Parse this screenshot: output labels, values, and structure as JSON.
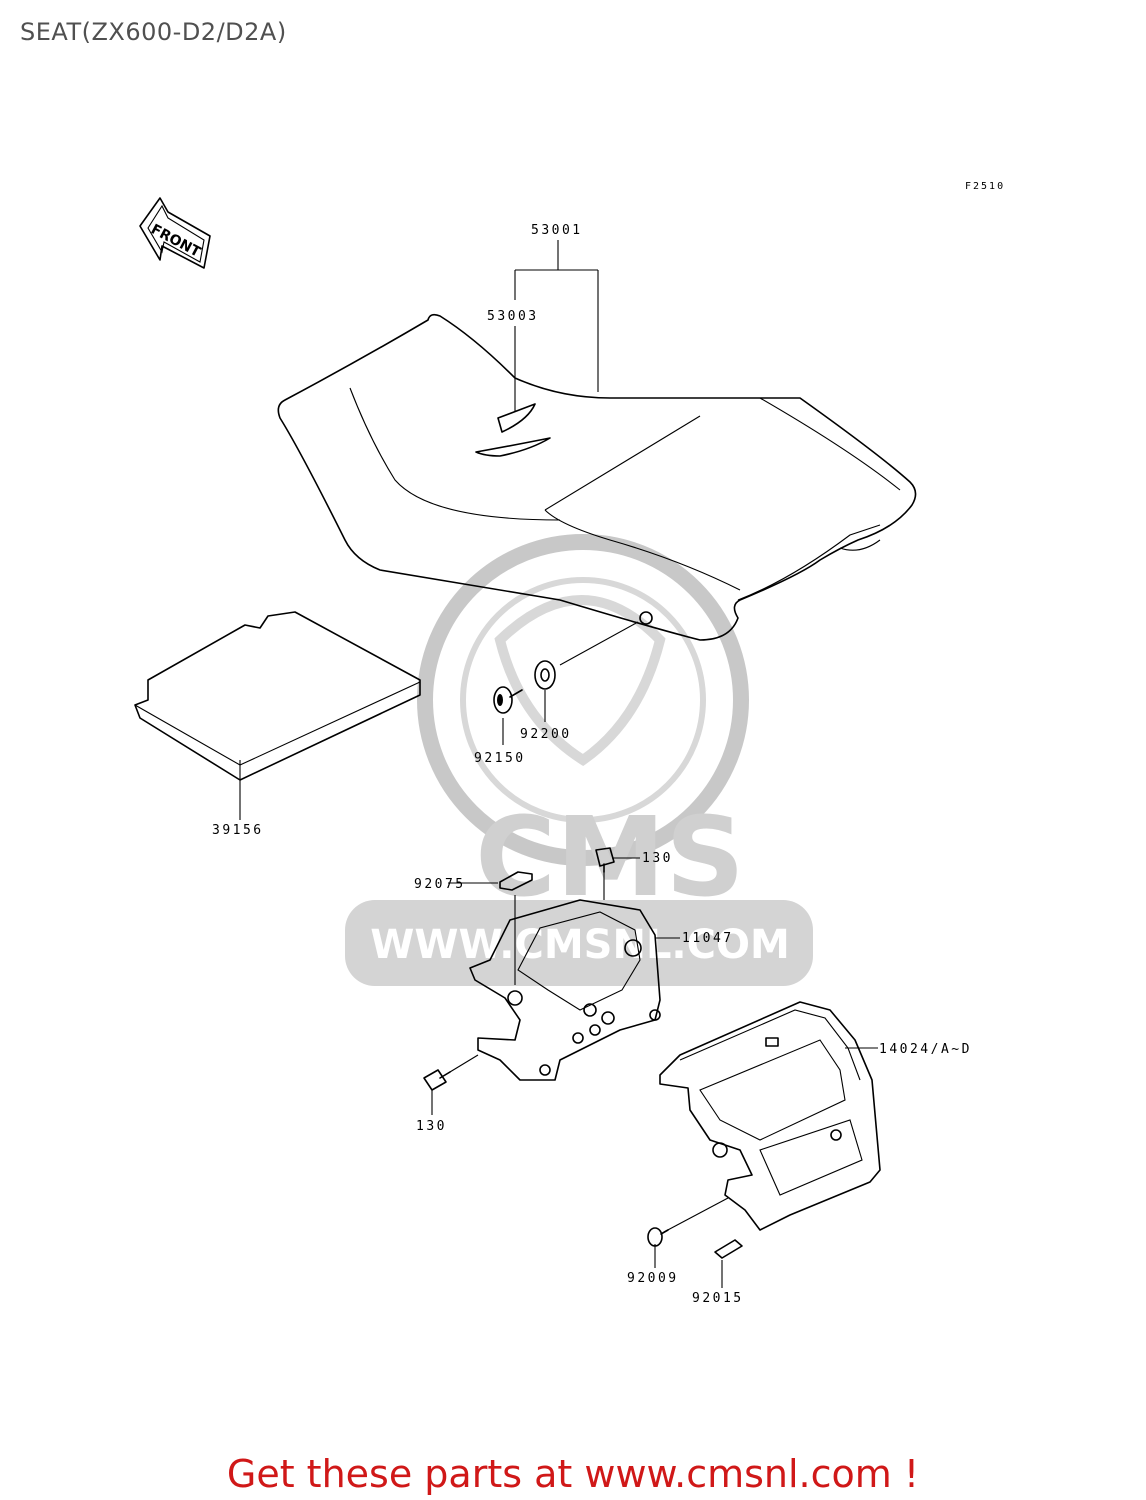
{
  "title": "SEAT(ZX600-D2/D2A)",
  "figure_code": "F2510",
  "front_label": "FRONT",
  "watermark": {
    "logo_text": "CMS",
    "url_text": "WWW.CMSNL.COM"
  },
  "parts": {
    "p53001": "53001",
    "p53003": "53003",
    "p39156": "39156",
    "p92150": "92150",
    "p92200": "92200",
    "p130a": "130",
    "p92075": "92075",
    "p11047": "11047",
    "p130b": "130",
    "p14024": "14024/A~D",
    "p92009": "92009",
    "p92015": "92015"
  },
  "footer": "Get these parts at www.cmsnl.com !"
}
